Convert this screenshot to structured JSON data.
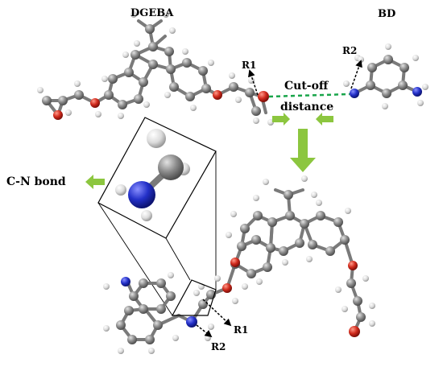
{
  "labels": {
    "dgeba": "DGEBA",
    "bd": "BD",
    "r1": "R1",
    "r2": "R2",
    "cutoff": "Cut-off",
    "distance": "distance",
    "cn_bond": "C-N  bond"
  },
  "colors": {
    "carbon": "#8c8c8c",
    "hydrogen": "#e6e6e6",
    "oxygen": "#d22a1e",
    "nitrogen": "#2a34c8",
    "arrow_green": "#8cc63f",
    "dash_green": "#19a54a"
  }
}
